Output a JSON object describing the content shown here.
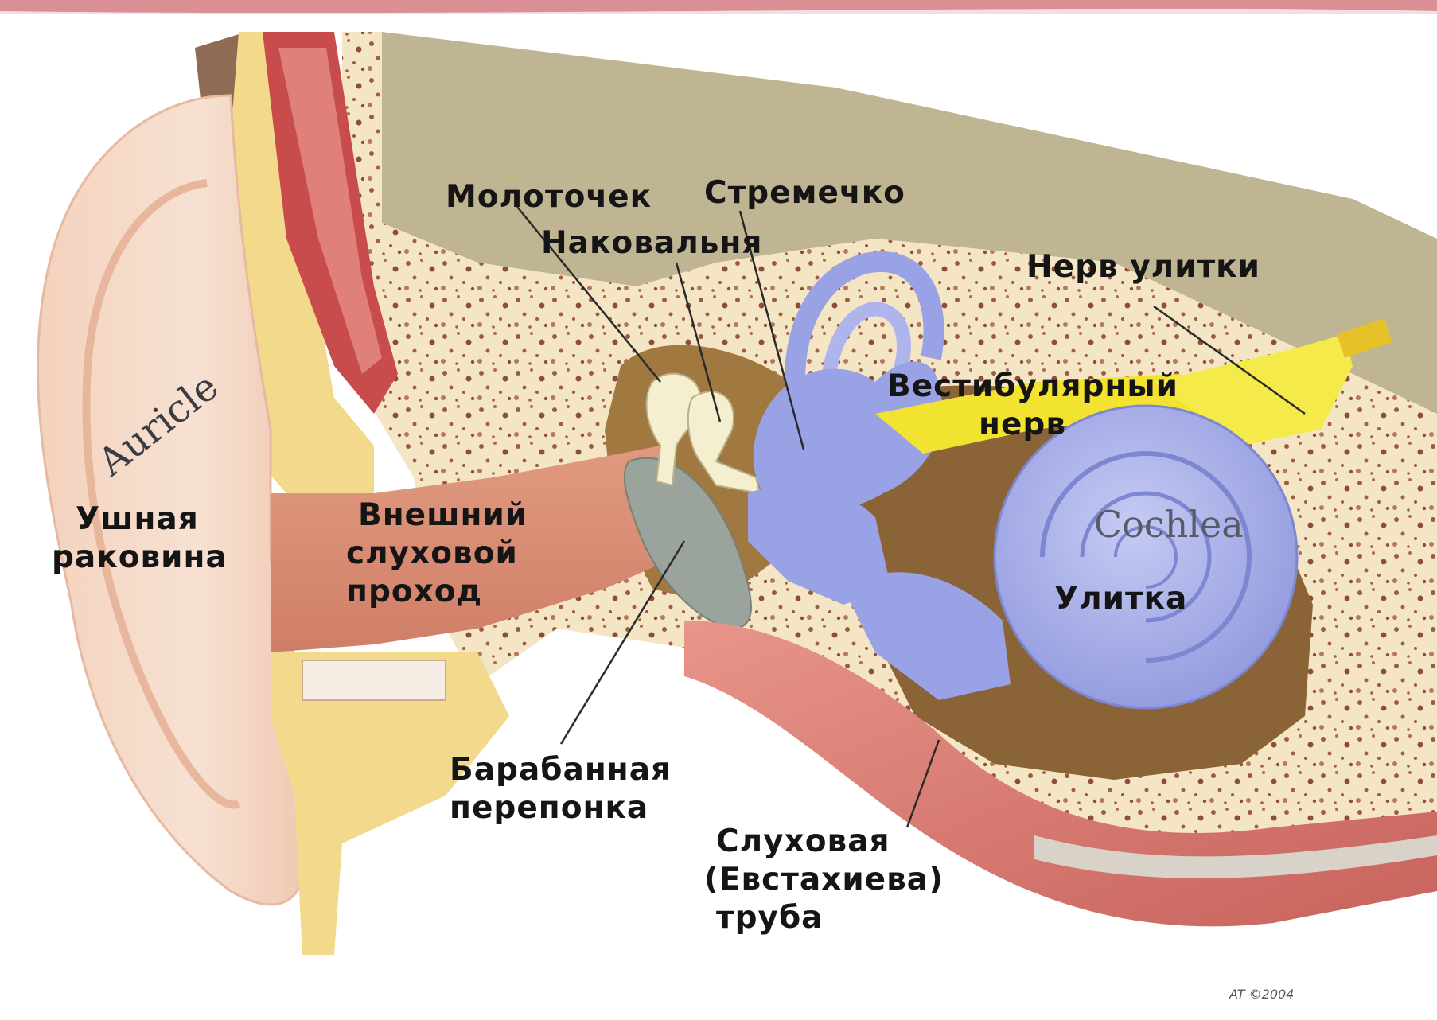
{
  "diagram": {
    "labels": {
      "malleus": "Молоточек",
      "stapes": "Стремечко",
      "incus": "Наковальня",
      "cochlear_nerve": "Нерв улитки",
      "vestibular_nerve_1": "Вестибулярный",
      "vestibular_nerve_2": "нерв",
      "auricle_en": "Auricle",
      "auricle_ru_1": "Ушная",
      "auricle_ru_2": "раковина",
      "canal_1": "Внешний",
      "canal_2": "слуховой",
      "canal_3": "проход",
      "cochlea_en": "Cochlea",
      "cochlea_ru": "Улитка",
      "eardrum_1": "Барабанная",
      "eardrum_2": "перепонка",
      "tube_1": "Слуховая",
      "tube_2": "(Евстахиева)",
      "tube_3": "труба",
      "signature": "AT ©2004"
    },
    "colors": {
      "skin": "#f2cdb8",
      "canal": "#d98b73",
      "bone": "#f4e7c6",
      "bone_dots": "#9a5a44",
      "skull": "#bfb593",
      "muscle": "#c94c4c",
      "fat": "#f3d98c",
      "inner_ear": "#9aa2e6",
      "nerve": "#f2e330",
      "eardrum": "#9aa49c",
      "tube": "#cf6f66"
    }
  }
}
